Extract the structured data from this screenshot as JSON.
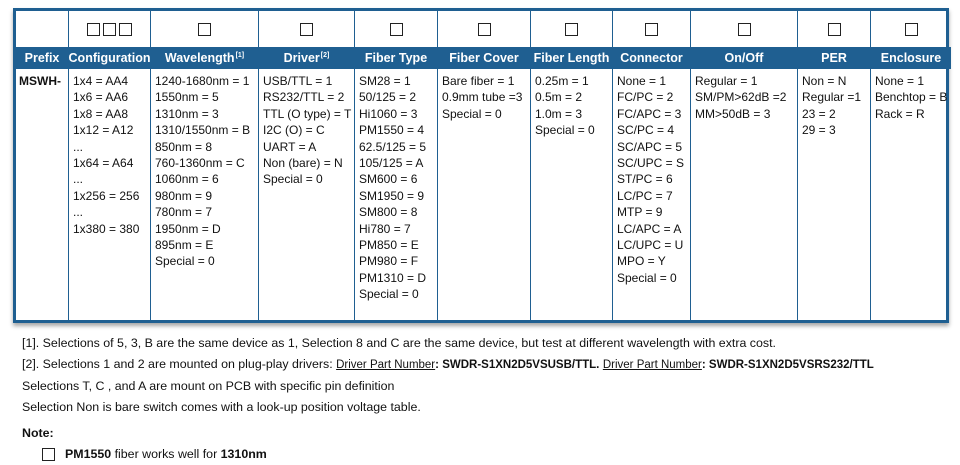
{
  "columns": [
    {
      "header": "Prefix",
      "sup": "",
      "boxes": 0,
      "values": [
        "MSWH-"
      ]
    },
    {
      "header": "Configuration",
      "sup": "",
      "boxes": 3,
      "values": [
        "1x4 = AA4",
        "1x6 = AA6",
        "1x8 = AA8",
        "1x12 = A12",
        "...",
        "1x64 = A64",
        "...",
        "1x256 = 256",
        "...",
        "1x380 = 380"
      ]
    },
    {
      "header": "Wavelength",
      "sup": "[1]",
      "boxes": 1,
      "values": [
        "1240-1680nm = 1",
        "1550nm = 5",
        "1310nm = 3",
        "1310/1550nm = B",
        "850nm = 8",
        "760-1360nm = C",
        "1060nm = 6",
        "980nm = 9",
        "780nm = 7",
        "1950nm = D",
        "895nm = E",
        "Special = 0"
      ]
    },
    {
      "header": "Driver",
      "sup": "[2]",
      "boxes": 1,
      "values": [
        "USB/TTL = 1",
        "RS232/TTL = 2",
        "TTL (O type) = T",
        "I2C (O) = C",
        "UART = A",
        "Non (bare) = N",
        "Special = 0"
      ]
    },
    {
      "header": "Fiber Type",
      "sup": "",
      "boxes": 1,
      "values": [
        "SM28 = 1",
        "50/125 = 2",
        "Hi1060 = 3",
        "PM1550 = 4",
        "62.5/125 = 5",
        "105/125 = A",
        "SM600 = 6",
        "SM1950 = 9",
        "SM800 = 8",
        "Hi780 = 7",
        "PM850 = E",
        "PM980 = F",
        "PM1310 = D",
        "Special = 0"
      ]
    },
    {
      "header": "Fiber Cover",
      "sup": "",
      "boxes": 1,
      "values": [
        "Bare fiber = 1",
        "0.9mm tube =3",
        "Special = 0"
      ]
    },
    {
      "header": "Fiber Length",
      "sup": "",
      "boxes": 1,
      "values": [
        "0.25m = 1",
        "0.5m = 2",
        "1.0m = 3",
        "Special = 0"
      ]
    },
    {
      "header": "Connector",
      "sup": "",
      "boxes": 1,
      "values": [
        "None = 1",
        "FC/PC = 2",
        "FC/APC = 3",
        "SC/PC = 4",
        "SC/APC = 5",
        "SC/UPC = S",
        "ST/PC = 6",
        "LC/PC = 7",
        "MTP = 9",
        "LC/APC = A",
        "LC/UPC = U",
        "MPO = Y",
        "Special = 0"
      ]
    },
    {
      "header": "On/Off",
      "sup": "",
      "boxes": 1,
      "values": [
        "Regular = 1",
        "SM/PM>62dB =2",
        "MM>50dB = 3"
      ]
    },
    {
      "header": "PER",
      "sup": "",
      "boxes": 1,
      "values": [
        "Non = N",
        "Regular =1",
        "23 = 2",
        "29 = 3"
      ]
    },
    {
      "header": "Enclosure",
      "sup": "",
      "boxes": 1,
      "values": [
        "None = 1",
        "Benchtop = B",
        "Rack = R"
      ]
    }
  ],
  "notes": {
    "note1": "[1]. Selections of 5, 3, B are the same device as 1, Selection 8 and C are the same device, but test at different wavelength with extra cost.",
    "note2_pre": "[2]. Selections 1 and 2 are mounted on plug-play drivers: ",
    "dpn_label": "Driver Part Number",
    "dpn_value_1": "SWDR-S1XN2D5VSUSB/TTL.",
    "dpn_value_2": "SWDR-S1XN2D5VSRS232/TTL",
    "line3": "Selections T, C , and A are mount on PCB with specific pin definition",
    "line4": "Selection  Non is bare switch comes with a look-up position voltage table.",
    "note_title": "Note:",
    "note_item_bold": "PM1550",
    "note_item_mid": " fiber works well for ",
    "note_item_bold2": "1310nm"
  }
}
